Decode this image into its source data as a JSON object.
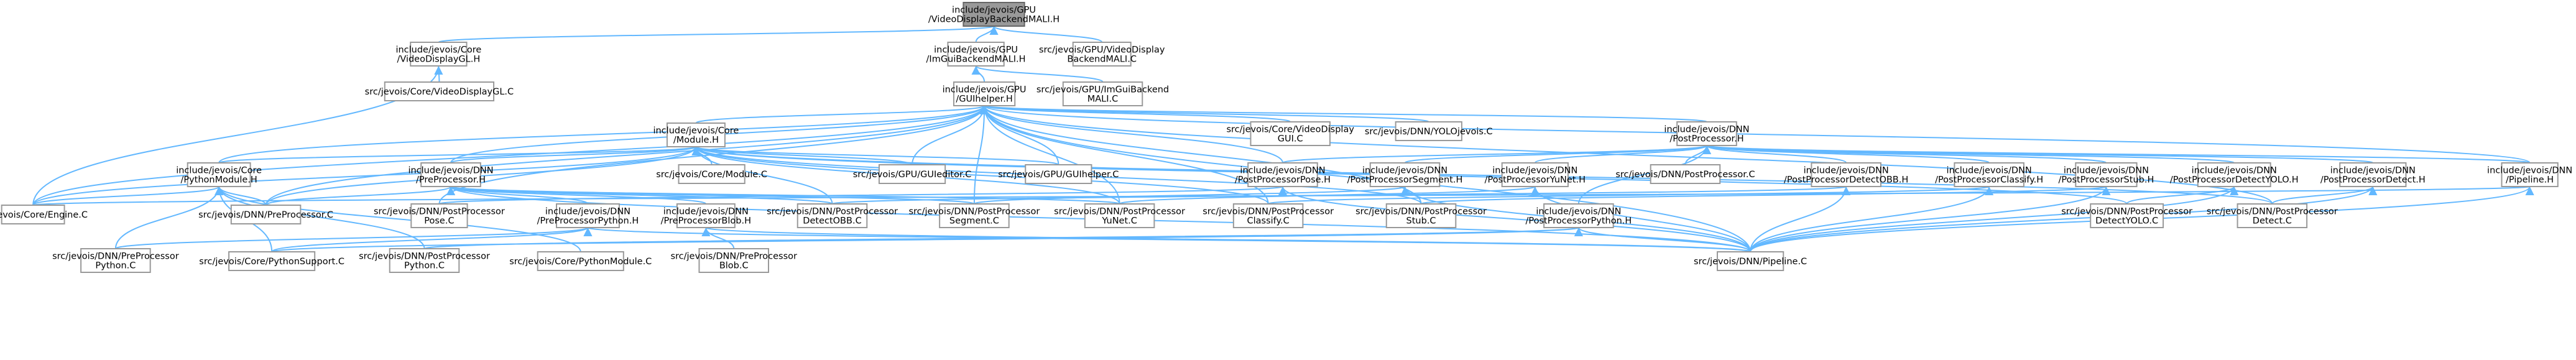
{
  "diagram": {
    "nodes": [
      {
        "id": "n0",
        "lines": [
          "include/jevois/GPU",
          "/VideoDisplayBackendMALI.H"
        ]
      },
      {
        "id": "n1",
        "lines": [
          "include/jevois/Core",
          "/VideoDisplayGL.H"
        ]
      },
      {
        "id": "n2",
        "lines": [
          "include/jevois/GPU",
          "/ImGuiBackendMALI.H"
        ]
      },
      {
        "id": "n3",
        "lines": [
          "src/jevois/GPU/VideoDisplay",
          "BackendMALI.C"
        ]
      },
      {
        "id": "n4",
        "lines": [
          "src/jevois/Core/VideoDisplayGL.C"
        ]
      },
      {
        "id": "n5",
        "lines": [
          "include/jevois/GPU",
          "/GUIhelper.H"
        ]
      },
      {
        "id": "n6",
        "lines": [
          "src/jevois/GPU/ImGuiBackend",
          "MALI.C"
        ]
      },
      {
        "id": "n7",
        "lines": [
          "include/jevois/Core",
          "/Module.H"
        ]
      },
      {
        "id": "n8",
        "lines": [
          "src/jevois/Core/VideoDisplay",
          "GUI.C"
        ]
      },
      {
        "id": "n9",
        "lines": [
          "src/jevois/DNN/YOLOjevois.C"
        ]
      },
      {
        "id": "n10",
        "lines": [
          "include/jevois/DNN",
          "/PostProcessor.H"
        ]
      },
      {
        "id": "n11",
        "lines": [
          "include/jevois/Core",
          "/PythonModule.H"
        ]
      },
      {
        "id": "n12",
        "lines": [
          "include/jevois/DNN",
          "/PreProcessor.H"
        ]
      },
      {
        "id": "n13",
        "lines": [
          "src/jevois/Core/Module.C"
        ]
      },
      {
        "id": "n14",
        "lines": [
          "src/jevois/GPU/GUIeditor.C"
        ]
      },
      {
        "id": "n15",
        "lines": [
          "src/jevois/GPU/GUIhelper.C"
        ]
      },
      {
        "id": "n16",
        "lines": [
          "include/jevois/DNN",
          "/PostProcessorPose.H"
        ]
      },
      {
        "id": "n17",
        "lines": [
          "include/jevois/DNN",
          "/PostProcessorSegment.H"
        ]
      },
      {
        "id": "n18",
        "lines": [
          "include/jevois/DNN",
          "/PostProcessorYuNet.H"
        ]
      },
      {
        "id": "n19",
        "lines": [
          "src/jevois/DNN/PostProcessor.C"
        ]
      },
      {
        "id": "n20",
        "lines": [
          "include/jevois/DNN",
          "/PostProcessorDetectOBB.H"
        ]
      },
      {
        "id": "n21",
        "lines": [
          "include/jevois/DNN",
          "/PostProcessorClassify.H"
        ]
      },
      {
        "id": "n22",
        "lines": [
          "include/jevois/DNN",
          "/PostProcessorStub.H"
        ]
      },
      {
        "id": "n23",
        "lines": [
          "include/jevois/DNN",
          "/PostProcessorDetectYOLO.H"
        ]
      },
      {
        "id": "n24",
        "lines": [
          "include/jevois/DNN",
          "/PostProcessorDetect.H"
        ]
      },
      {
        "id": "n25",
        "lines": [
          "include/jevois/DNN",
          "/Pipeline.H"
        ]
      },
      {
        "id": "n26",
        "lines": [
          "src/jevois/Core/Engine.C"
        ]
      },
      {
        "id": "n27",
        "lines": [
          "src/jevois/DNN/PreProcessor.C"
        ]
      },
      {
        "id": "n28",
        "lines": [
          "src/jevois/DNN/PostProcessor",
          "Pose.C"
        ]
      },
      {
        "id": "n29",
        "lines": [
          "include/jevois/DNN",
          "/PreProcessorPython.H"
        ]
      },
      {
        "id": "n30",
        "lines": [
          "include/jevois/DNN",
          "/PreProcessorBlob.H"
        ]
      },
      {
        "id": "n31",
        "lines": [
          "src/jevois/DNN/PostProcessor",
          "DetectOBB.C"
        ]
      },
      {
        "id": "n32",
        "lines": [
          "src/jevois/DNN/PostProcessor",
          "Segment.C"
        ]
      },
      {
        "id": "n33",
        "lines": [
          "src/jevois/DNN/PostProcessor",
          "YuNet.C"
        ]
      },
      {
        "id": "n34",
        "lines": [
          "src/jevois/DNN/PostProcessor",
          "Classify.C"
        ]
      },
      {
        "id": "n35",
        "lines": [
          "src/jevois/DNN/PostProcessor",
          "Stub.C"
        ]
      },
      {
        "id": "n36",
        "lines": [
          "include/jevois/DNN",
          "/PostProcessorPython.H"
        ]
      },
      {
        "id": "n37",
        "lines": [
          "src/jevois/DNN/PostProcessor",
          "DetectYOLO.C"
        ]
      },
      {
        "id": "n38",
        "lines": [
          "src/jevois/DNN/PostProcessor",
          "Detect.C"
        ]
      },
      {
        "id": "n39",
        "lines": [
          "src/jevois/DNN/PreProcessor",
          "Python.C"
        ]
      },
      {
        "id": "n40",
        "lines": [
          "src/jevois/Core/PythonSupport.C"
        ]
      },
      {
        "id": "n41",
        "lines": [
          "src/jevois/DNN/PostProcessor",
          "Python.C"
        ]
      },
      {
        "id": "n42",
        "lines": [
          "src/jevois/Core/PythonModule.C"
        ]
      },
      {
        "id": "n43",
        "lines": [
          "src/jevois/DNN/PreProcessor",
          "Blob.C"
        ]
      },
      {
        "id": "n44",
        "lines": [
          "src/jevois/DNN/Pipeline.C"
        ]
      }
    ],
    "edges": [
      [
        "n0",
        "n1"
      ],
      [
        "n0",
        "n2"
      ],
      [
        "n0",
        "n3"
      ],
      [
        "n1",
        "n4"
      ],
      [
        "n1",
        "n26"
      ],
      [
        "n2",
        "n5"
      ],
      [
        "n2",
        "n6"
      ],
      [
        "n5",
        "n7"
      ],
      [
        "n5",
        "n8"
      ],
      [
        "n5",
        "n9"
      ],
      [
        "n5",
        "n10"
      ],
      [
        "n5",
        "n11"
      ],
      [
        "n5",
        "n12"
      ],
      [
        "n5",
        "n14"
      ],
      [
        "n5",
        "n15"
      ],
      [
        "n5",
        "n16"
      ],
      [
        "n5",
        "n25"
      ],
      [
        "n5",
        "n26"
      ],
      [
        "n5",
        "n27"
      ],
      [
        "n5",
        "n28"
      ],
      [
        "n5",
        "n32"
      ],
      [
        "n5",
        "n33"
      ],
      [
        "n5",
        "n34"
      ],
      [
        "n5",
        "n35"
      ],
      [
        "n5",
        "n38"
      ],
      [
        "n5",
        "n44"
      ],
      [
        "n7",
        "n11"
      ],
      [
        "n7",
        "n12"
      ],
      [
        "n7",
        "n13"
      ],
      [
        "n7",
        "n14"
      ],
      [
        "n7",
        "n15"
      ],
      [
        "n7",
        "n26"
      ],
      [
        "n7",
        "n27"
      ],
      [
        "n7",
        "n31"
      ],
      [
        "n7",
        "n33"
      ],
      [
        "n7",
        "n34"
      ],
      [
        "n7",
        "n35"
      ],
      [
        "n7",
        "n37"
      ],
      [
        "n7",
        "n38"
      ],
      [
        "n10",
        "n16"
      ],
      [
        "n10",
        "n17"
      ],
      [
        "n10",
        "n18"
      ],
      [
        "n10",
        "n19"
      ],
      [
        "n10",
        "n20"
      ],
      [
        "n10",
        "n21"
      ],
      [
        "n10",
        "n22"
      ],
      [
        "n10",
        "n23"
      ],
      [
        "n10",
        "n24"
      ],
      [
        "n10",
        "n25"
      ],
      [
        "n10",
        "n36"
      ],
      [
        "n11",
        "n26"
      ],
      [
        "n11",
        "n27"
      ],
      [
        "n11",
        "n39"
      ],
      [
        "n11",
        "n40"
      ],
      [
        "n11",
        "n41"
      ],
      [
        "n11",
        "n42"
      ],
      [
        "n12",
        "n27"
      ],
      [
        "n12",
        "n29"
      ],
      [
        "n12",
        "n30"
      ],
      [
        "n12",
        "n31"
      ],
      [
        "n12",
        "n32"
      ],
      [
        "n12",
        "n33"
      ],
      [
        "n12",
        "n44"
      ],
      [
        "n16",
        "n28"
      ],
      [
        "n16",
        "n44"
      ],
      [
        "n17",
        "n32"
      ],
      [
        "n17",
        "n44"
      ],
      [
        "n18",
        "n33"
      ],
      [
        "n18",
        "n44"
      ],
      [
        "n20",
        "n31"
      ],
      [
        "n20",
        "n44"
      ],
      [
        "n21",
        "n34"
      ],
      [
        "n21",
        "n44"
      ],
      [
        "n22",
        "n35"
      ],
      [
        "n22",
        "n44"
      ],
      [
        "n23",
        "n37"
      ],
      [
        "n23",
        "n44"
      ],
      [
        "n24",
        "n38"
      ],
      [
        "n24",
        "n44"
      ],
      [
        "n25",
        "n26"
      ],
      [
        "n25",
        "n44"
      ],
      [
        "n29",
        "n39"
      ],
      [
        "n29",
        "n40"
      ],
      [
        "n29",
        "n44"
      ],
      [
        "n30",
        "n43"
      ],
      [
        "n30",
        "n44"
      ],
      [
        "n36",
        "n41"
      ],
      [
        "n36",
        "n40"
      ],
      [
        "n36",
        "n44"
      ]
    ]
  }
}
